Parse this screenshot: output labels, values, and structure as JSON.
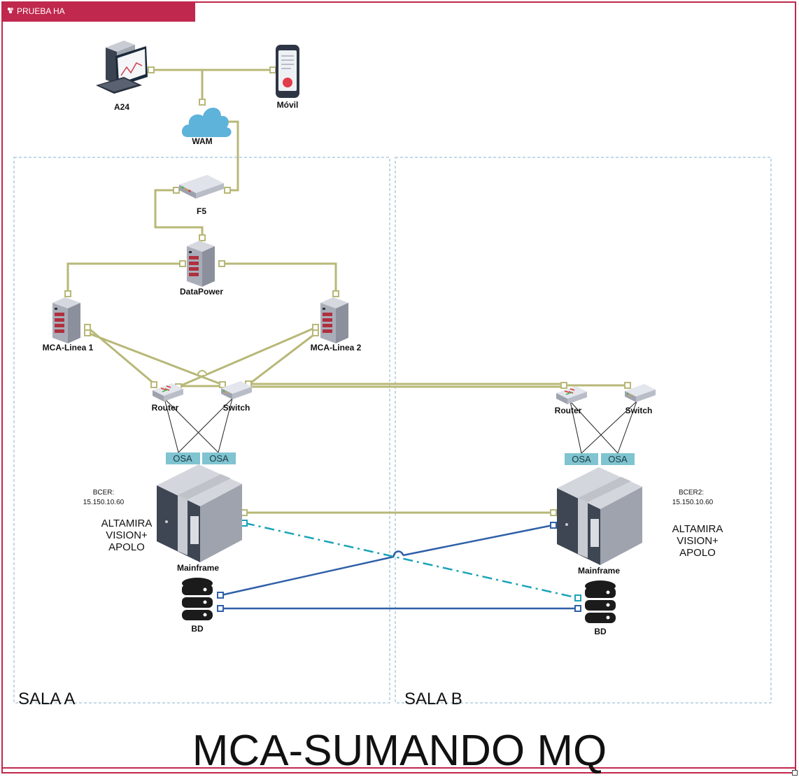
{
  "window": {
    "tab_title": "PRUEBA HA"
  },
  "colors": {
    "frame": "#c0284d",
    "olive_link": "#b8b878",
    "blue_link": "#2f5fa8",
    "teal_link": "#1aa3b8",
    "osa_fill": "#7fc4d0"
  },
  "title": "MCA-SUMANDO MQ",
  "rooms": [
    {
      "label": "SALA A"
    },
    {
      "label": "SALA B"
    }
  ],
  "nodes": {
    "a24": {
      "label": "A24",
      "icon": "desktop-computer-icon"
    },
    "movil": {
      "label": "Móvil",
      "icon": "mobile-phone-icon"
    },
    "wam": {
      "label": "WAM",
      "icon": "cloud-icon"
    },
    "f5": {
      "label": "F5",
      "icon": "load-balancer-icon"
    },
    "datapower": {
      "label": "DataPower",
      "icon": "server-icon"
    },
    "mca1": {
      "label": "MCA-Linea 1",
      "icon": "server-icon"
    },
    "mca2": {
      "label": "MCA-Linea 2",
      "icon": "server-icon"
    },
    "router_a": {
      "label": "Router",
      "icon": "router-icon"
    },
    "switch_a": {
      "label": "Switch",
      "icon": "switch-icon"
    },
    "router_b": {
      "label": "Router",
      "icon": "router-icon"
    },
    "switch_b": {
      "label": "Switch",
      "icon": "switch-icon"
    },
    "mainframe_a": {
      "label": "Mainframe",
      "icon": "mainframe-icon"
    },
    "mainframe_b": {
      "label": "Mainframe",
      "icon": "mainframe-icon"
    },
    "bd_a": {
      "label": "BD",
      "icon": "database-icon"
    },
    "bd_b": {
      "label": "BD",
      "icon": "database-icon"
    }
  },
  "osa_label": "OSA",
  "sala_a": {
    "bcer_name": "BCER:",
    "bcer_ip": "15.150.10.60",
    "apps": [
      "ALTAMIRA",
      "VISION+",
      "APOLO"
    ]
  },
  "sala_b": {
    "bcer_name": "BCER2:",
    "bcer_ip": "15.150.10.60",
    "apps": [
      "ALTAMIRA",
      "VISION+",
      "APOLO"
    ]
  }
}
